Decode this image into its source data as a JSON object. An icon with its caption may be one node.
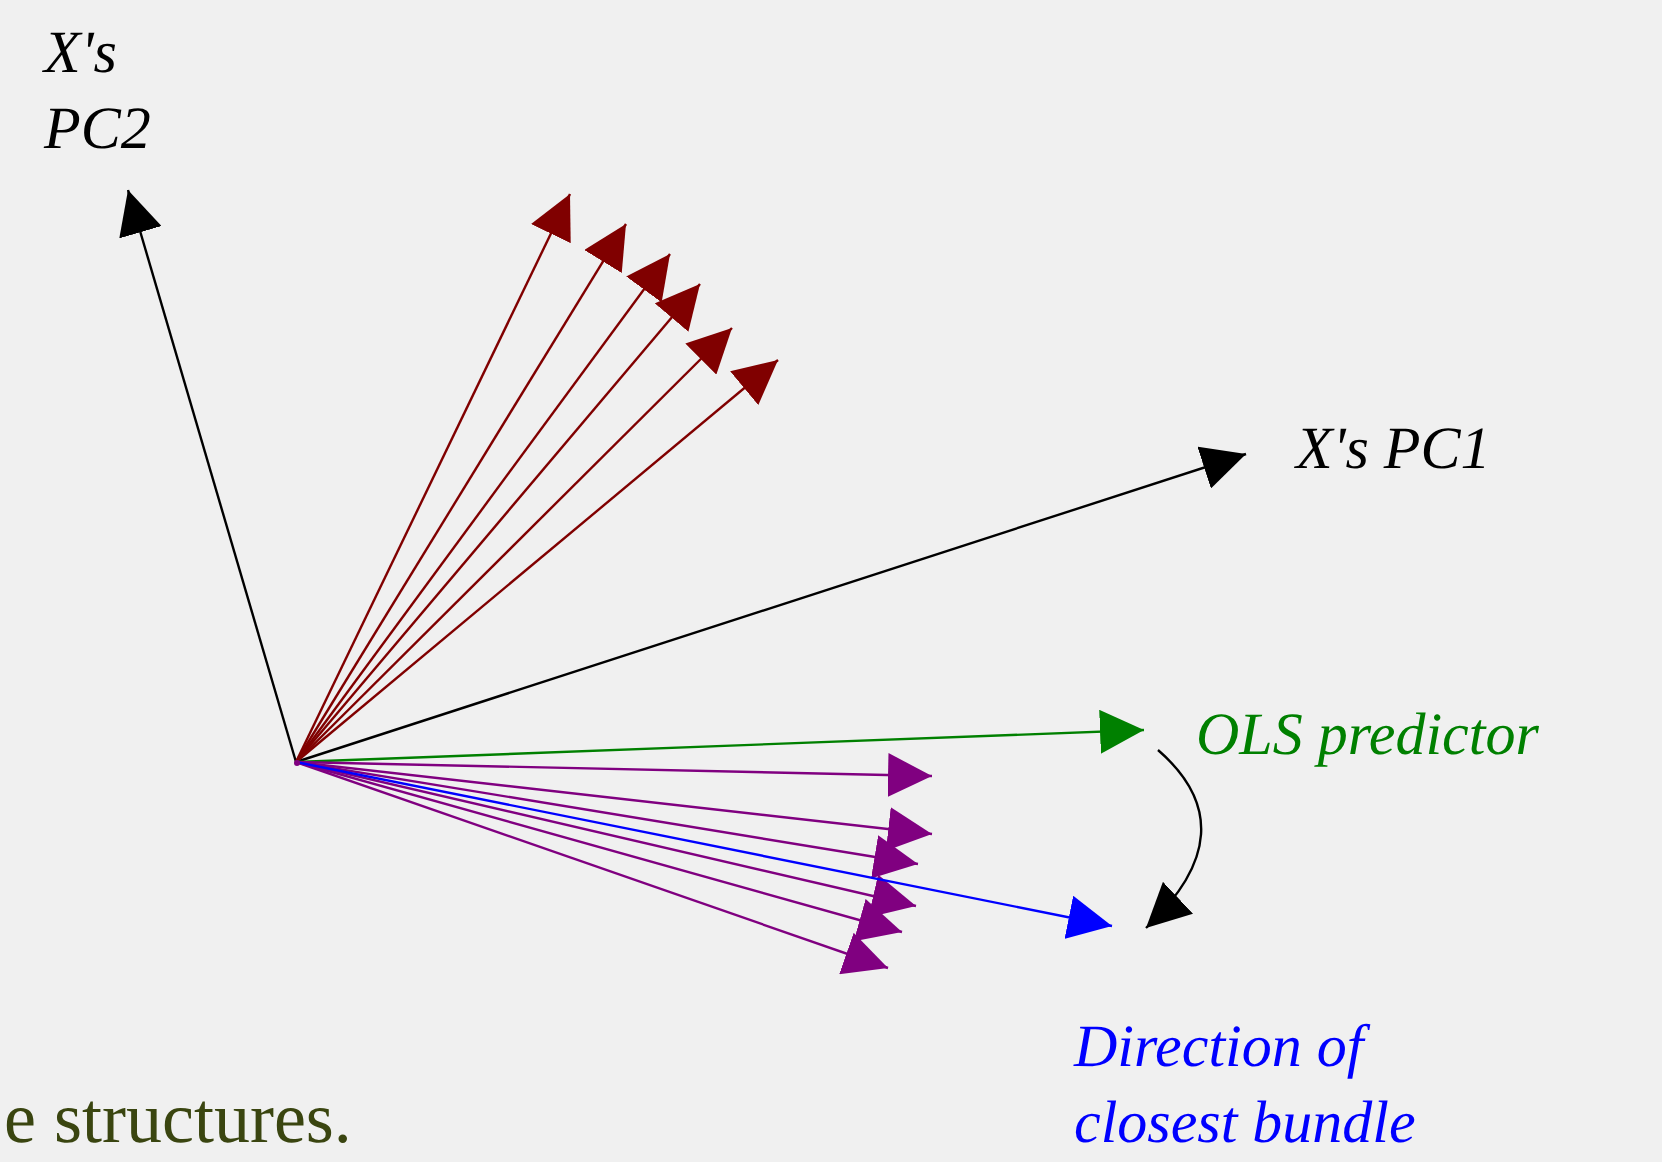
{
  "diagram": {
    "nodes": [
      {
        "text": [],
        "shape": "point"
      },
      {
        "text": [
          "X's PC2"
        ]
      },
      {
        "text": [
          "X's PC1"
        ]
      },
      {
        "text": [
          "OLS predictor"
        ]
      },
      {
        "text": [
          "Direction of closest bundle"
        ]
      }
    ],
    "edges": [
      {
        "from": 0,
        "to": 1,
        "arrow": "to",
        "color": "#000000"
      },
      {
        "from": 0,
        "to": 2,
        "arrow": "to",
        "color": "#000000"
      },
      {
        "from": 0,
        "to": null,
        "arrow": "to",
        "color": "#800000"
      },
      {
        "from": 0,
        "to": null,
        "arrow": "to",
        "color": "#800000"
      },
      {
        "from": 0,
        "to": null,
        "arrow": "to",
        "color": "#800000"
      },
      {
        "from": 0,
        "to": null,
        "arrow": "to",
        "color": "#800000"
      },
      {
        "from": 0,
        "to": null,
        "arrow": "to",
        "color": "#800000"
      },
      {
        "from": 0,
        "to": null,
        "arrow": "to",
        "color": "#800000"
      },
      {
        "from": 0,
        "to": 3,
        "arrow": "to",
        "color": "#008000"
      },
      {
        "from": 0,
        "to": null,
        "arrow": "to",
        "color": "#800080"
      },
      {
        "from": 0,
        "to": null,
        "arrow": "to",
        "color": "#800080"
      },
      {
        "from": 0,
        "to": null,
        "arrow": "to",
        "color": "#800080"
      },
      {
        "from": 0,
        "to": null,
        "arrow": "to",
        "color": "#800080"
      },
      {
        "from": 0,
        "to": null,
        "arrow": "to",
        "color": "#800080"
      },
      {
        "from": 0,
        "to": null,
        "arrow": "to",
        "color": "#800080"
      },
      {
        "from": 0,
        "to": 4,
        "arrow": "to",
        "color": "#0000ff"
      },
      {
        "from": 3,
        "to": null,
        "arrow": "to",
        "color": "#000000"
      }
    ],
    "labels": [
      "e structures."
    ]
  }
}
